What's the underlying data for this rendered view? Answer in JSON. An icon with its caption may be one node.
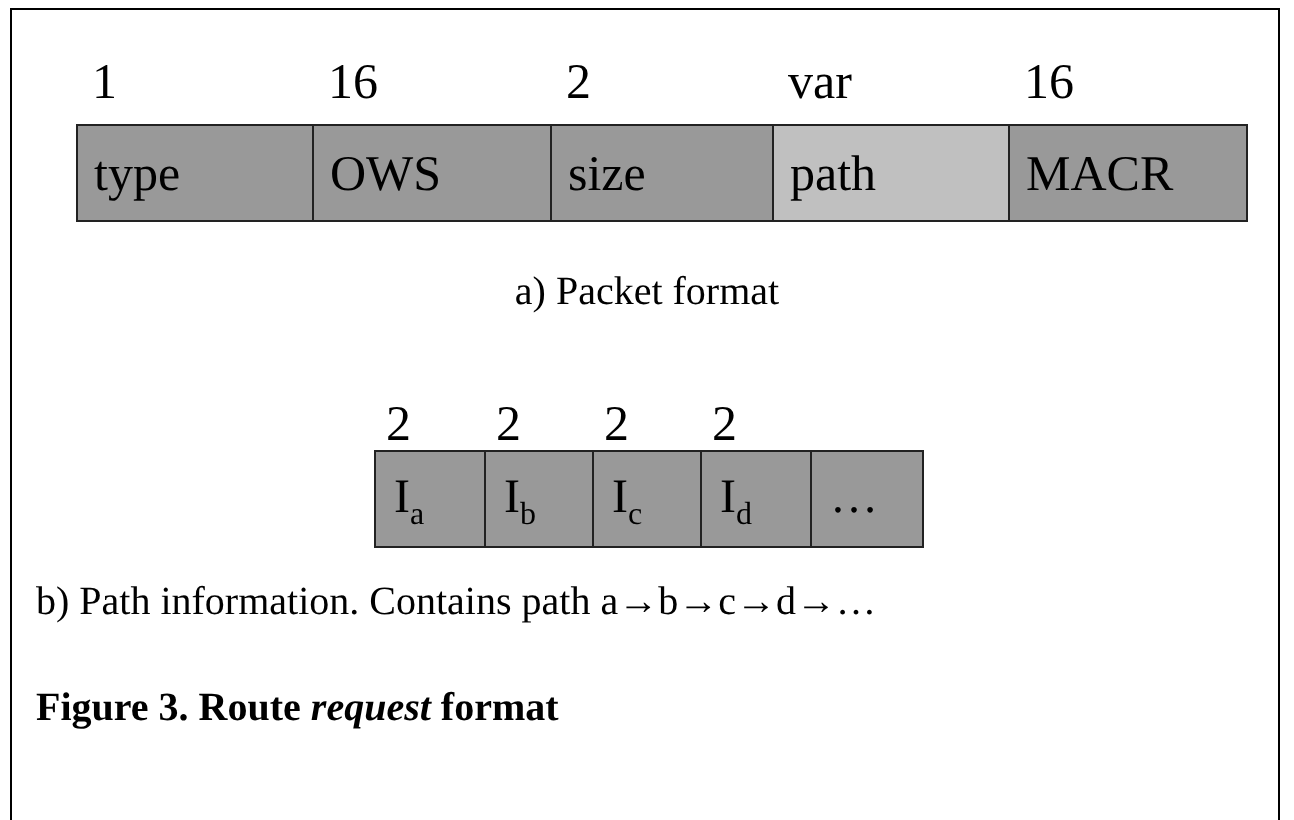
{
  "diagram": {
    "caption": "Figure 3. Route *request* format",
    "nodes": [
      {
        "text": [
          "type"
        ],
        "beside": [
          "1"
        ]
      },
      {
        "text": [
          "OWS"
        ],
        "beside": [
          "16"
        ]
      },
      {
        "text": [
          "size"
        ],
        "beside": [
          "2"
        ]
      },
      {
        "text": [
          "path"
        ],
        "beside": [
          "var"
        ]
      },
      {
        "text": [
          "MACR"
        ],
        "beside": [
          "16"
        ]
      },
      {
        "text": [
          "I$_{a}$"
        ],
        "beside": [
          "2"
        ]
      },
      {
        "text": [
          "I$_{b}$"
        ],
        "beside": [
          "2"
        ]
      },
      {
        "text": [
          "I$_{c}$"
        ],
        "beside": [
          "2"
        ]
      },
      {
        "text": [
          "I$_{d}$"
        ],
        "beside": [
          "2"
        ]
      },
      {
        "text": [
          "…"
        ]
      }
    ],
    "edges": [],
    "labels": [
      "a) Packet format",
      "b) Path information. Contains path a→b→c→d→…"
    ]
  }
}
